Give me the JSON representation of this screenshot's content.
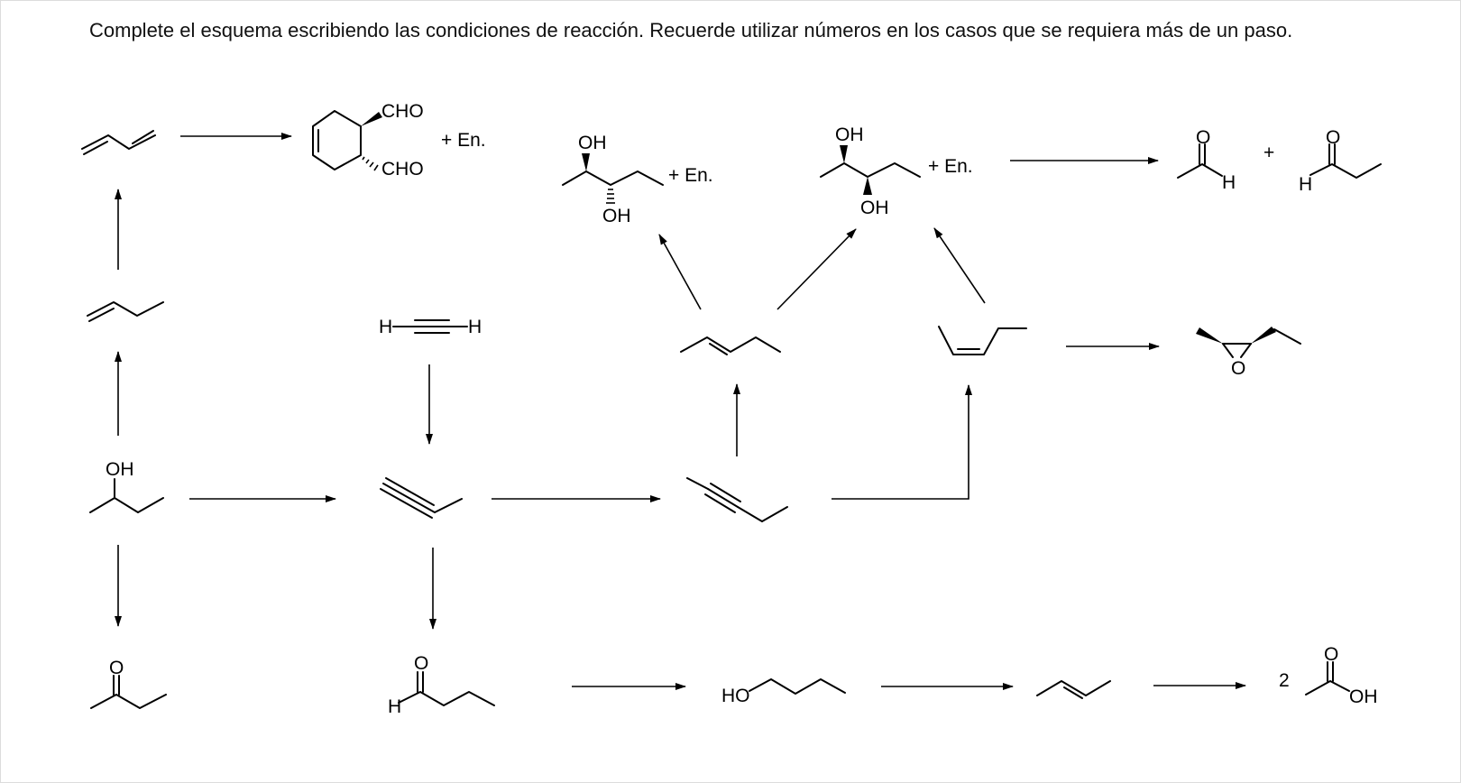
{
  "instructions": "Complete el esquema escribiendo las condiciones de reacción.  Recuerde utilizar números en los casos que se requiera más de un paso.",
  "labels": {
    "cho": "CHO",
    "oh": "OH",
    "h": "H",
    "o": "O",
    "ho": "HO",
    "plus_en": "+ En.",
    "plus": "+",
    "coefficient_2": "2"
  },
  "molecules": [
    "butadiene",
    "diels-alder-product",
    "diol-anti",
    "diol-syn",
    "acetaldehyde",
    "propanal",
    "1-butene",
    "acetylene",
    "trans-2-pentene",
    "cis-2-pentene",
    "cis-epoxide",
    "2-butanol",
    "1-butyne",
    "2-pentyne",
    "2-butanone",
    "butanal",
    "1-butanol",
    "trans-2-butene",
    "acetic-acid"
  ]
}
